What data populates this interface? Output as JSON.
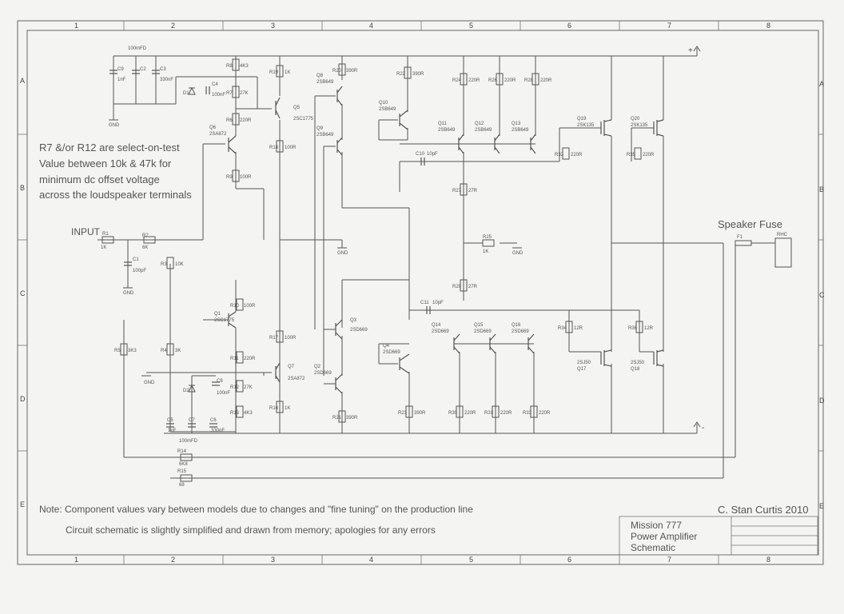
{
  "grid": {
    "cols": [
      "1",
      "2",
      "3",
      "4",
      "5",
      "6",
      "7",
      "8"
    ],
    "rows": [
      "A",
      "B",
      "C",
      "D",
      "E"
    ]
  },
  "texts": {
    "select_note_1": "R7 &/or R12 are select-on-test",
    "select_note_2": "Value between 10k & 47k for",
    "select_note_3": "minimum dc offset voltage",
    "select_note_4": "across the loudspeaker terminals",
    "input": "INPUT",
    "speaker_fuse": "Speaker Fuse",
    "note_1": "Note: Component values vary between models due to changes and \"fine tuning\" on the production line",
    "note_2": "Circuit schematic is slightly simplified and drawn from memory; apologies for any errors",
    "author": "C. Stan Curtis 2010",
    "title_1": "Mission 777",
    "title_2": "Power Amplifier",
    "title_3": "Schematic",
    "plus_rail": "+",
    "minus_rail": "-",
    "gnd": "GND",
    "rhc": "RHC"
  },
  "components": {
    "C9": "C9",
    "C9v": "1nF",
    "C2": "C2",
    "C3": "C3",
    "C3v": "330nF",
    "cap_top": "100mFD",
    "C4": "C4",
    "C4v": "100nF",
    "D1": "D1",
    "R8": "R8",
    "R8v": "4K3",
    "R7": "R7",
    "R7v": "27K",
    "R6": "R6",
    "R6v": "220R",
    "R9": "R9",
    "R9v": "100R",
    "Q6": "Q6",
    "Q6v": "2SA872",
    "R19": "R19",
    "R19v": "1K",
    "Q5": "Q5",
    "Q5v": "2SC1775",
    "R18": "R18",
    "R18v": "100R",
    "Q8": "Q8",
    "Q8v": "2SB649",
    "Q9": "Q9",
    "Q9v": "2SB649",
    "R20": "R20",
    "R20v": "390R",
    "R22": "R22",
    "R22v": "390R",
    "Q10": "Q10",
    "Q10v": "2SB649",
    "C10": "C10",
    "C10v": "10pF",
    "Q11": "Q11",
    "Q11v": "2SB649",
    "Q12": "Q12",
    "Q12v": "2SB649",
    "Q13": "Q13",
    "Q13v": "2SB649",
    "R24": "R24",
    "R24v": "220R",
    "R26": "R26",
    "R26v": "220R",
    "R28": "R28",
    "R28v": "220R",
    "R27": "R27",
    "R27v": "27R",
    "R25": "R25",
    "R25v": "1K",
    "R29": "R29",
    "R29v": "27R",
    "R32": "R32",
    "R32v": "220R",
    "R35": "R35",
    "R35v": "220R",
    "Q19": "Q19",
    "Q19v": "2SK135",
    "Q20": "Q20",
    "Q20v": "2SK135",
    "R1": "R1",
    "R1v": "1K",
    "R2": "R2",
    "R2v": "6K",
    "C1": "C1",
    "C1v": "100pF",
    "R3": "R3",
    "R3v": "10K",
    "R5": "R5",
    "R5v": "3K3",
    "R4": "R4",
    "R4v": "3K",
    "Q1": "Q1",
    "Q1v": "2SC1775",
    "R10": "R10",
    "R10v": "100R",
    "R11": "R11",
    "R11v": "220R",
    "R12": "R12",
    "R12v": "27K",
    "R13": "R13",
    "R13v": "4K3",
    "C8": "C8",
    "C8v": "100nF",
    "D2": "D2",
    "C5": "C5",
    "C5v": "1nF",
    "C7": "C7",
    "C6": "C6",
    "C6v": "330nF",
    "cap_bottom": "100mFD",
    "R17": "R17",
    "R17v": "100R",
    "R16": "R16",
    "R16v": "1K",
    "Q7": "Q7",
    "Q7v": "2SA872",
    "Q2": "Q2",
    "Q2v": "2SD669",
    "Q3": "Q3",
    "Q3v": "2SD669",
    "R21": "R21",
    "R21v": "390R",
    "C11": "C11",
    "C11v": "10pF",
    "Q4": "Q4",
    "Q4v": "2SD669",
    "R23": "R23",
    "R23v": "390R",
    "Q14": "Q14",
    "Q14v": "2SD669",
    "Q15": "Q15",
    "Q15v": "2SD669",
    "Q16": "Q16",
    "Q16v": "2SD669",
    "R30": "R30",
    "R30v": "220R",
    "R31": "R31",
    "R31v": "220R",
    "R33": "R33",
    "R33v": "220R",
    "R34": "R34",
    "R34v": "12R",
    "R36": "R36",
    "R36v": "12R",
    "Q17": "Q17",
    "Q17v": "2SJ50",
    "Q18": "Q18",
    "Q18v": "2SJ50",
    "R14": "R14",
    "R14v": "6K8",
    "R15": "R15",
    "R15v": "68",
    "F1": "F1"
  }
}
